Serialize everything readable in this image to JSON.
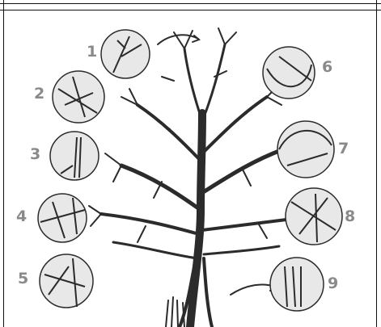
{
  "labels": [
    "1",
    "2",
    "3",
    "4",
    "5",
    "6",
    "7",
    "8",
    "9"
  ],
  "colors": {
    "ink": "#2b2b2b",
    "label": "#8a8a8a",
    "frame": "#111111",
    "circle_bg": "#e8e8e8"
  },
  "icons": [
    "pruning-detail-circle",
    "tree-illustration",
    "arrow-icon"
  ]
}
